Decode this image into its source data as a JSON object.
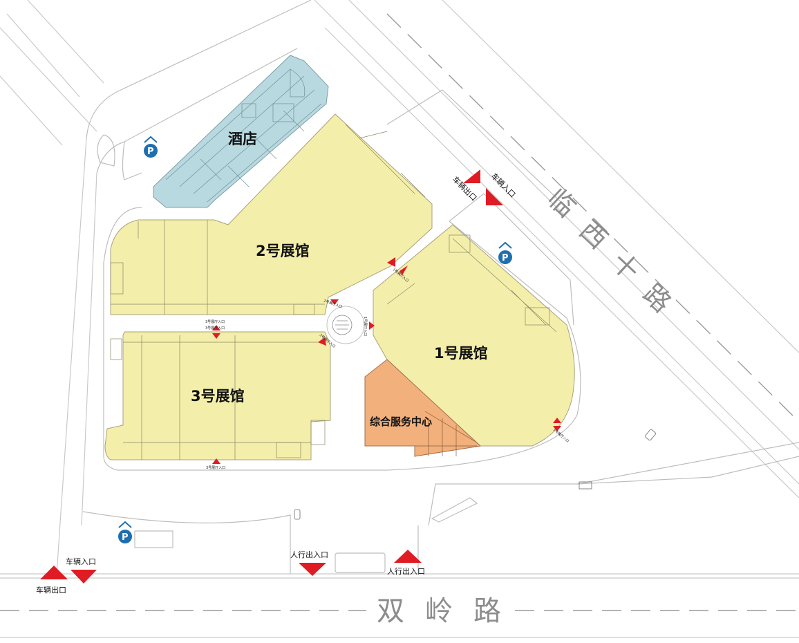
{
  "buildings": {
    "hotel": "酒店",
    "hall2": "2号展馆",
    "hall1": "1号展馆",
    "hall3": "3号展馆",
    "service": "综合服务中心"
  },
  "roads": {
    "east": [
      "临",
      "西",
      "十",
      "路"
    ],
    "south": [
      "双",
      "岭",
      "路"
    ]
  },
  "entrances": {
    "vehicle_exit_east": "车辆出口",
    "vehicle_entry_east": "车辆入口",
    "vehicle_entry_sw": "车辆入口",
    "vehicle_exit_sw": "车辆出口",
    "pedestrian_1": "人行出入口",
    "pedestrian_2": "人行出入口"
  },
  "hall_doors": {
    "hall3_top_a": "3号展厅入口",
    "hall3_top_b": "3号展厅入口",
    "hall3_bottom": "3号展厅入口",
    "hall2_plaza": "2号展厅入口",
    "hall1_plaza": "1号展厅入口",
    "hall1_ne": "1号展厅入口",
    "hall1_se": "1号展厅入口",
    "hall3_plaza": "3号展厅入口"
  },
  "parking": {
    "symbol": "P"
  },
  "colors": {
    "hall": "#f3eeaa",
    "hotel": "#b9d9e1",
    "service": "#f1b07c",
    "marker": "#e01b23",
    "parking": "#1f6fae"
  }
}
